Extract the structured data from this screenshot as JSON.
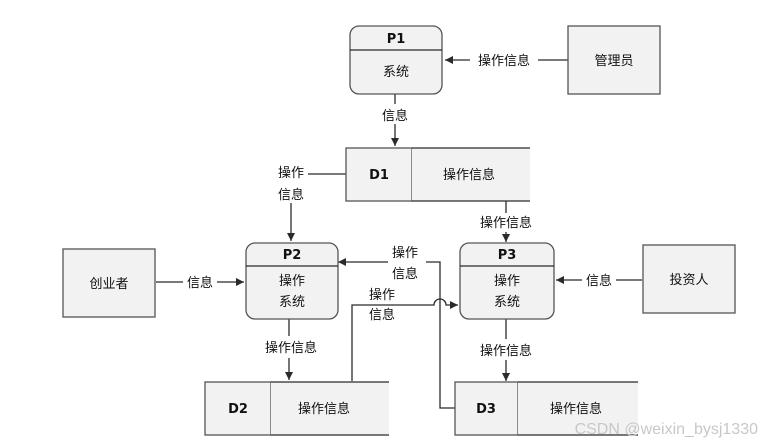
{
  "processes": {
    "p1": {
      "id": "P1",
      "line1": "系统"
    },
    "p2": {
      "id": "P2",
      "line1": "操作",
      "line2": "系统"
    },
    "p3": {
      "id": "P3",
      "line1": "操作",
      "line2": "系统"
    }
  },
  "entities": {
    "admin": "管理员",
    "founder": "创业者",
    "investor": "投资人"
  },
  "stores": {
    "d1": {
      "id": "D1",
      "label": "操作信息"
    },
    "d2": {
      "id": "D2",
      "label": "操作信息"
    },
    "d3": {
      "id": "D3",
      "label": "操作信息"
    }
  },
  "flows": {
    "admin_p1": "操作信息",
    "p1_d1": "信息",
    "to_p2_a": "操作",
    "to_p2_b": "信息",
    "d1_p3": "操作信息",
    "p3_p2_a": "操作",
    "p3_p2_b": "信息",
    "d2_p3_a": "操作",
    "d2_p3_b": "信息",
    "founder_p2": "信息",
    "investor_p3": "信息",
    "p2_d2": "操作信息",
    "p3_d3": "操作信息"
  },
  "watermark": "CSDN @weixin_bysj1330"
}
